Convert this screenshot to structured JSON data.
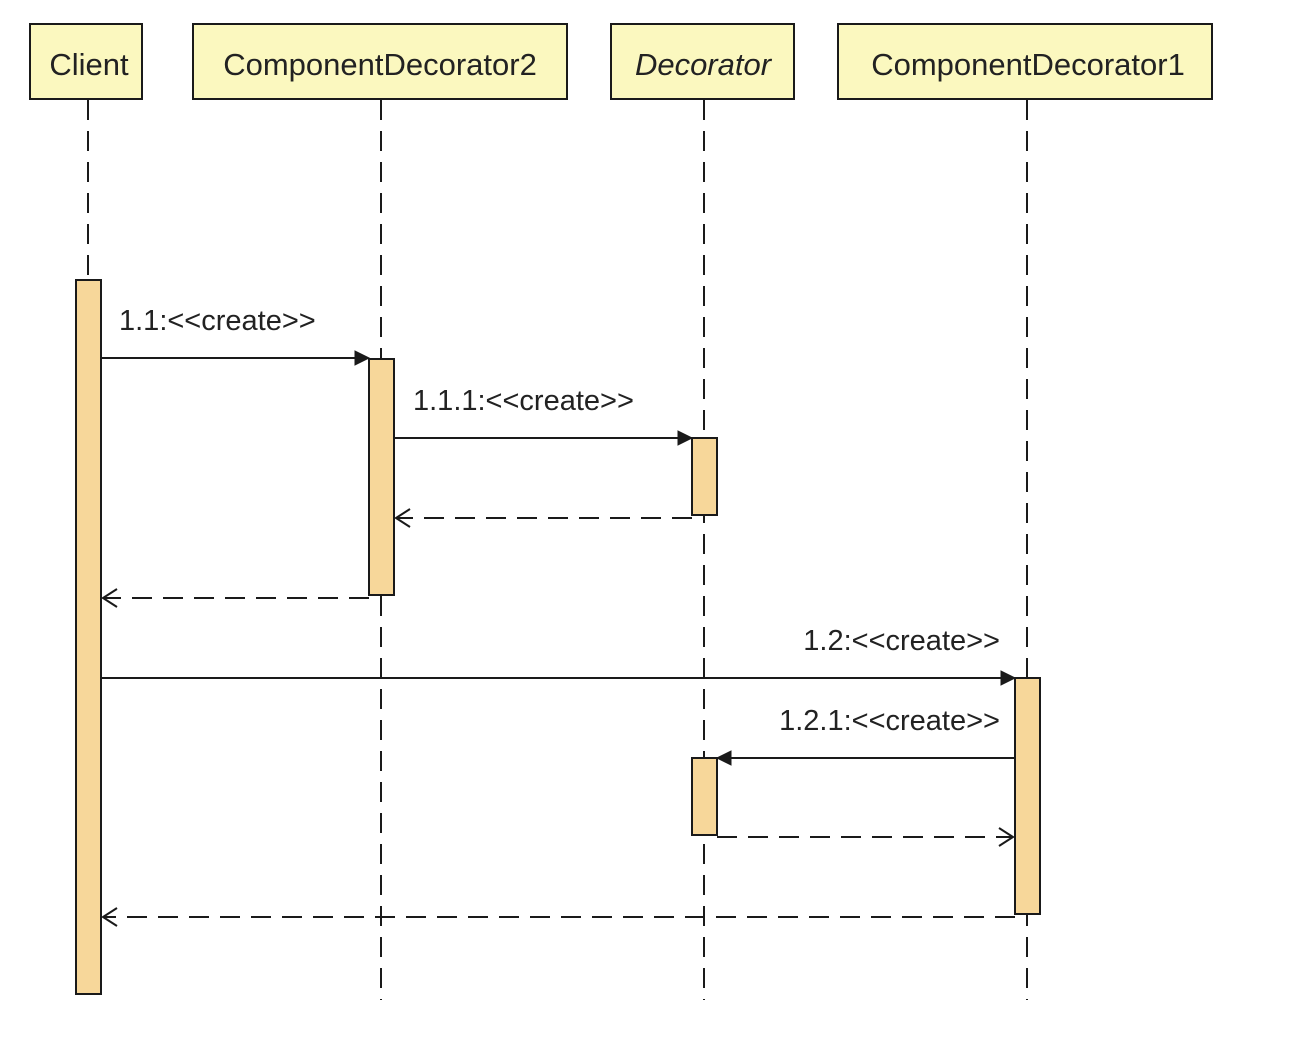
{
  "diagram": {
    "type": "uml-sequence",
    "lifelines": [
      {
        "id": "client",
        "label": "Client",
        "italic": false
      },
      {
        "id": "cd2",
        "label": "ComponentDecorator2",
        "italic": false
      },
      {
        "id": "decorator",
        "label": "Decorator",
        "italic": true
      },
      {
        "id": "cd1",
        "label": "ComponentDecorator1",
        "italic": false
      }
    ],
    "messages": [
      {
        "id": "m1",
        "label": "1.1:<<create>>",
        "from": "client",
        "to": "cd2",
        "kind": "call"
      },
      {
        "id": "m2",
        "label": "1.1.1:<<create>>",
        "from": "cd2",
        "to": "decorator",
        "kind": "call"
      },
      {
        "id": "m3",
        "label": "",
        "from": "decorator",
        "to": "cd2",
        "kind": "return"
      },
      {
        "id": "m4",
        "label": "",
        "from": "cd2",
        "to": "client",
        "kind": "return"
      },
      {
        "id": "m5",
        "label": "1.2:<<create>>",
        "from": "client",
        "to": "cd1",
        "kind": "call"
      },
      {
        "id": "m6",
        "label": "1.2.1:<<create>>",
        "from": "cd1",
        "to": "decorator",
        "kind": "call"
      },
      {
        "id": "m7",
        "label": "",
        "from": "decorator",
        "to": "cd1",
        "kind": "return"
      },
      {
        "id": "m8",
        "label": "",
        "from": "cd1",
        "to": "client",
        "kind": "return"
      }
    ],
    "colors": {
      "lifeline_fill": "#fbf8bf",
      "activation_fill": "#f7d79a",
      "line": "#1a1a1a",
      "text": "#222222"
    }
  }
}
